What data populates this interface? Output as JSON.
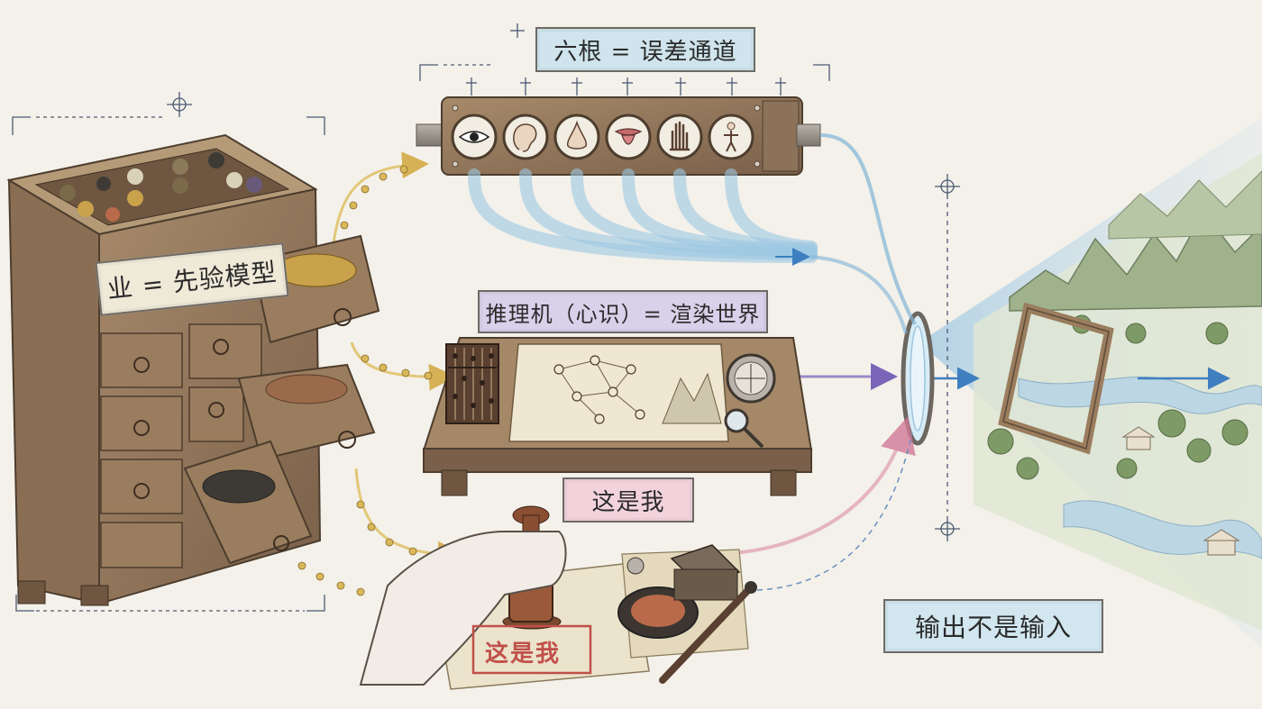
{
  "labels": {
    "six_roots": "六根 = 误差通道",
    "karma": "业 = 先验模型",
    "reasoning": "推理机（心识）= 渲染世界",
    "this_is_me": "这是我",
    "stamp": "这是我",
    "output": "输出不是输入"
  },
  "sense_icons": [
    "eye-icon",
    "ear-icon",
    "nose-icon",
    "tongue-icon",
    "hand-icon",
    "body-icon"
  ],
  "colors": {
    "background": "#f3f1ea",
    "wood": "#9a7d5e",
    "wood_dark": "#6e5640",
    "blue_flow": "#7fb3d6",
    "purple_flow": "#9c8ac9",
    "pink_flow": "#e2a6b8",
    "yellow_flow": "#e0c065",
    "stamp_red": "#c0504a"
  }
}
